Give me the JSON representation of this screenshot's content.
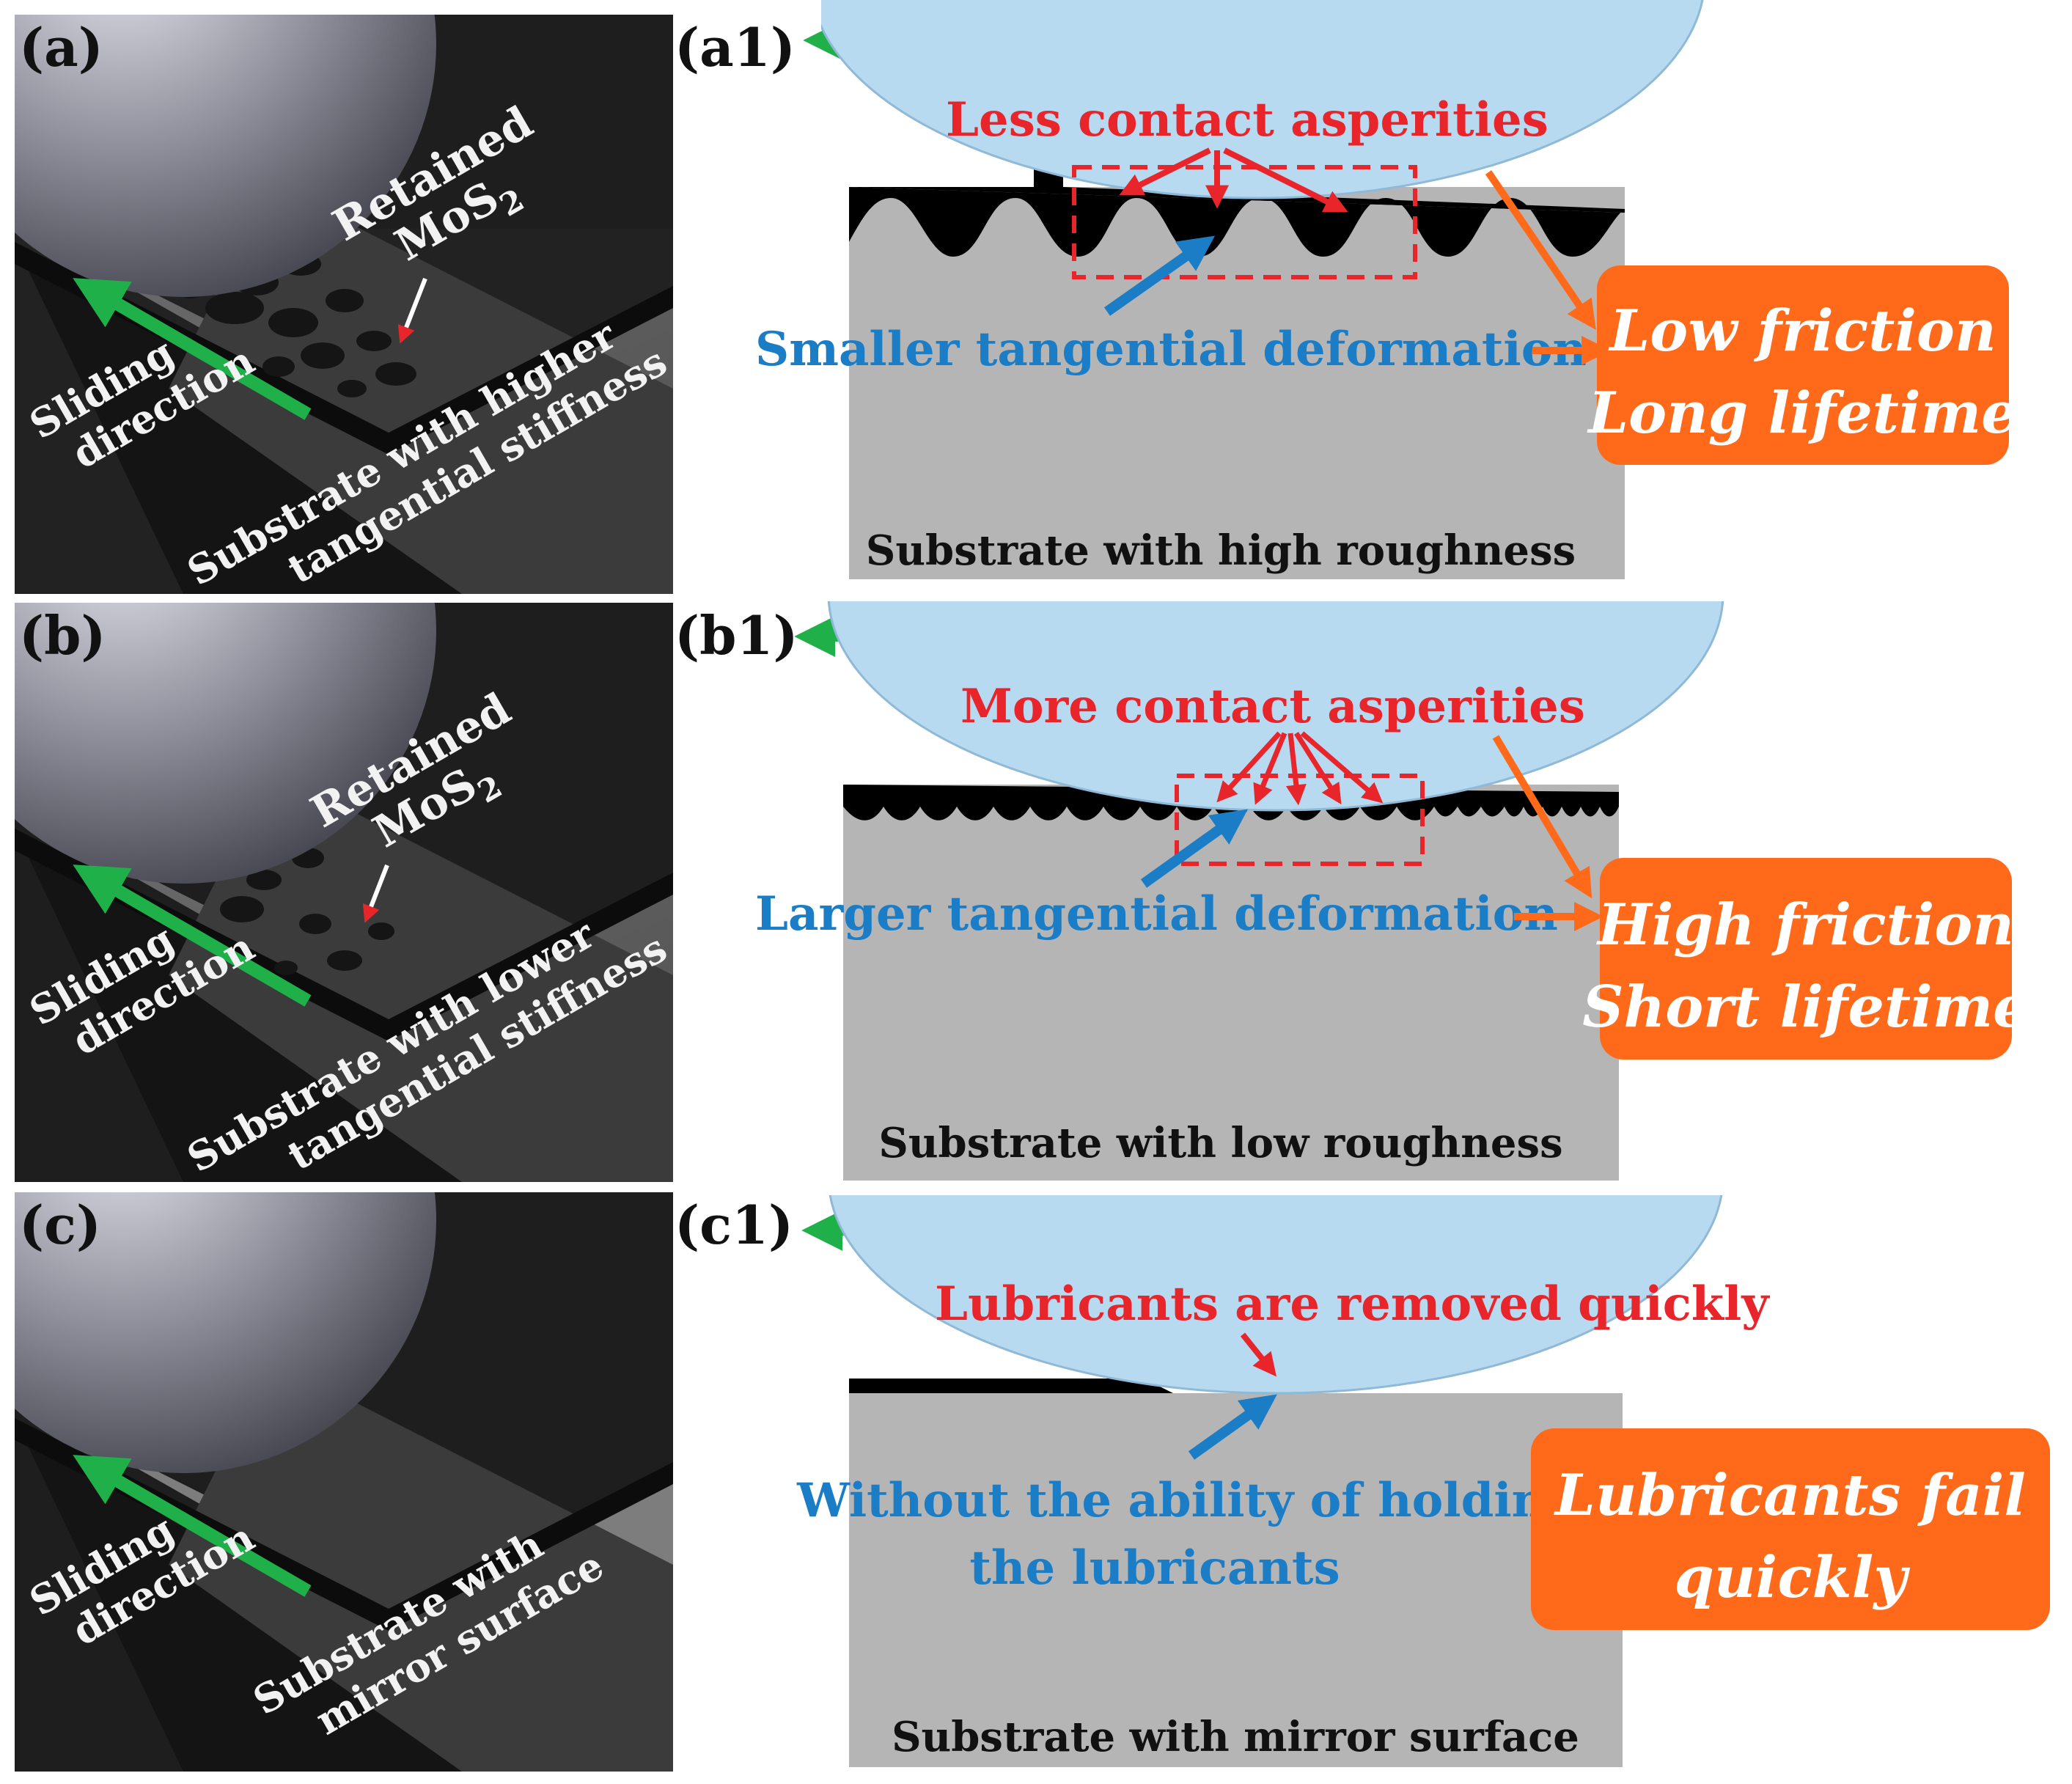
{
  "colors": {
    "ball": "#b7daf1",
    "substrate": "#b5b5b5",
    "lubricant": "#000000",
    "highlight": "#e8252b",
    "deformation": "#1a7dc6",
    "result_box": "#ff6a1a",
    "sliding_arrow": "#1fb04a"
  },
  "rows": [
    {
      "panel": "(a)",
      "panel_detail": "(a1)",
      "retained_word": "Retained",
      "retained_formula": "MoS",
      "retained_subscript": "2",
      "sliding_line1": "Sliding",
      "sliding_line2": "direction",
      "substrate_line1": "Substrate with higher",
      "substrate_line2": "tangential stiffness",
      "contact_label": "Less contact asperities",
      "deformation_line1": "Smaller tangential deformation",
      "deformation_line2": "",
      "substrate_caption": "Substrate with high roughness",
      "result_line1": "Low friction",
      "result_line2": "Long lifetime"
    },
    {
      "panel": "(b)",
      "panel_detail": "(b1)",
      "retained_word": "Retained",
      "retained_formula": "MoS",
      "retained_subscript": "2",
      "sliding_line1": "Sliding",
      "sliding_line2": "direction",
      "substrate_line1": "Substrate with lower",
      "substrate_line2": "tangential stiffness",
      "contact_label": "More contact asperities",
      "deformation_line1": "Larger tangential deformation",
      "deformation_line2": "",
      "substrate_caption": "Substrate with low roughness",
      "result_line1": "High friction",
      "result_line2": "Short lifetime"
    },
    {
      "panel": "(c)",
      "panel_detail": "(c1)",
      "retained_word": "",
      "retained_formula": "",
      "retained_subscript": "",
      "sliding_line1": "Sliding",
      "sliding_line2": "direction",
      "substrate_line1": "Substrate with",
      "substrate_line2": "mirror surface",
      "contact_label": "Lubricants are removed quickly",
      "deformation_line1": "Without the ability of holding",
      "deformation_line2": "the lubricants",
      "substrate_caption": "Substrate with mirror surface",
      "result_line1": "Lubricants fail",
      "result_line2": "quickly"
    }
  ]
}
